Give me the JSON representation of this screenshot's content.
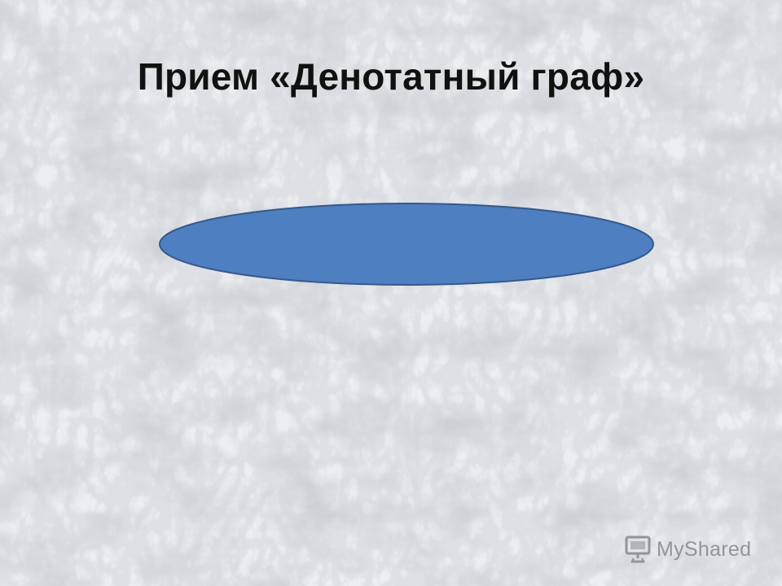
{
  "slide": {
    "title": "Прием «Денотатный граф»",
    "shape": {
      "kind": "ellipse",
      "fill_color": "#4e7fc1",
      "stroke_color": "#35598c"
    },
    "background": "grey-white marble texture"
  },
  "watermark": {
    "text": "MyShared",
    "icon": "presentation-screen-icon",
    "color": "#8a8d91"
  },
  "colors": {
    "title": "#111111",
    "background": "#e4e6ea"
  }
}
